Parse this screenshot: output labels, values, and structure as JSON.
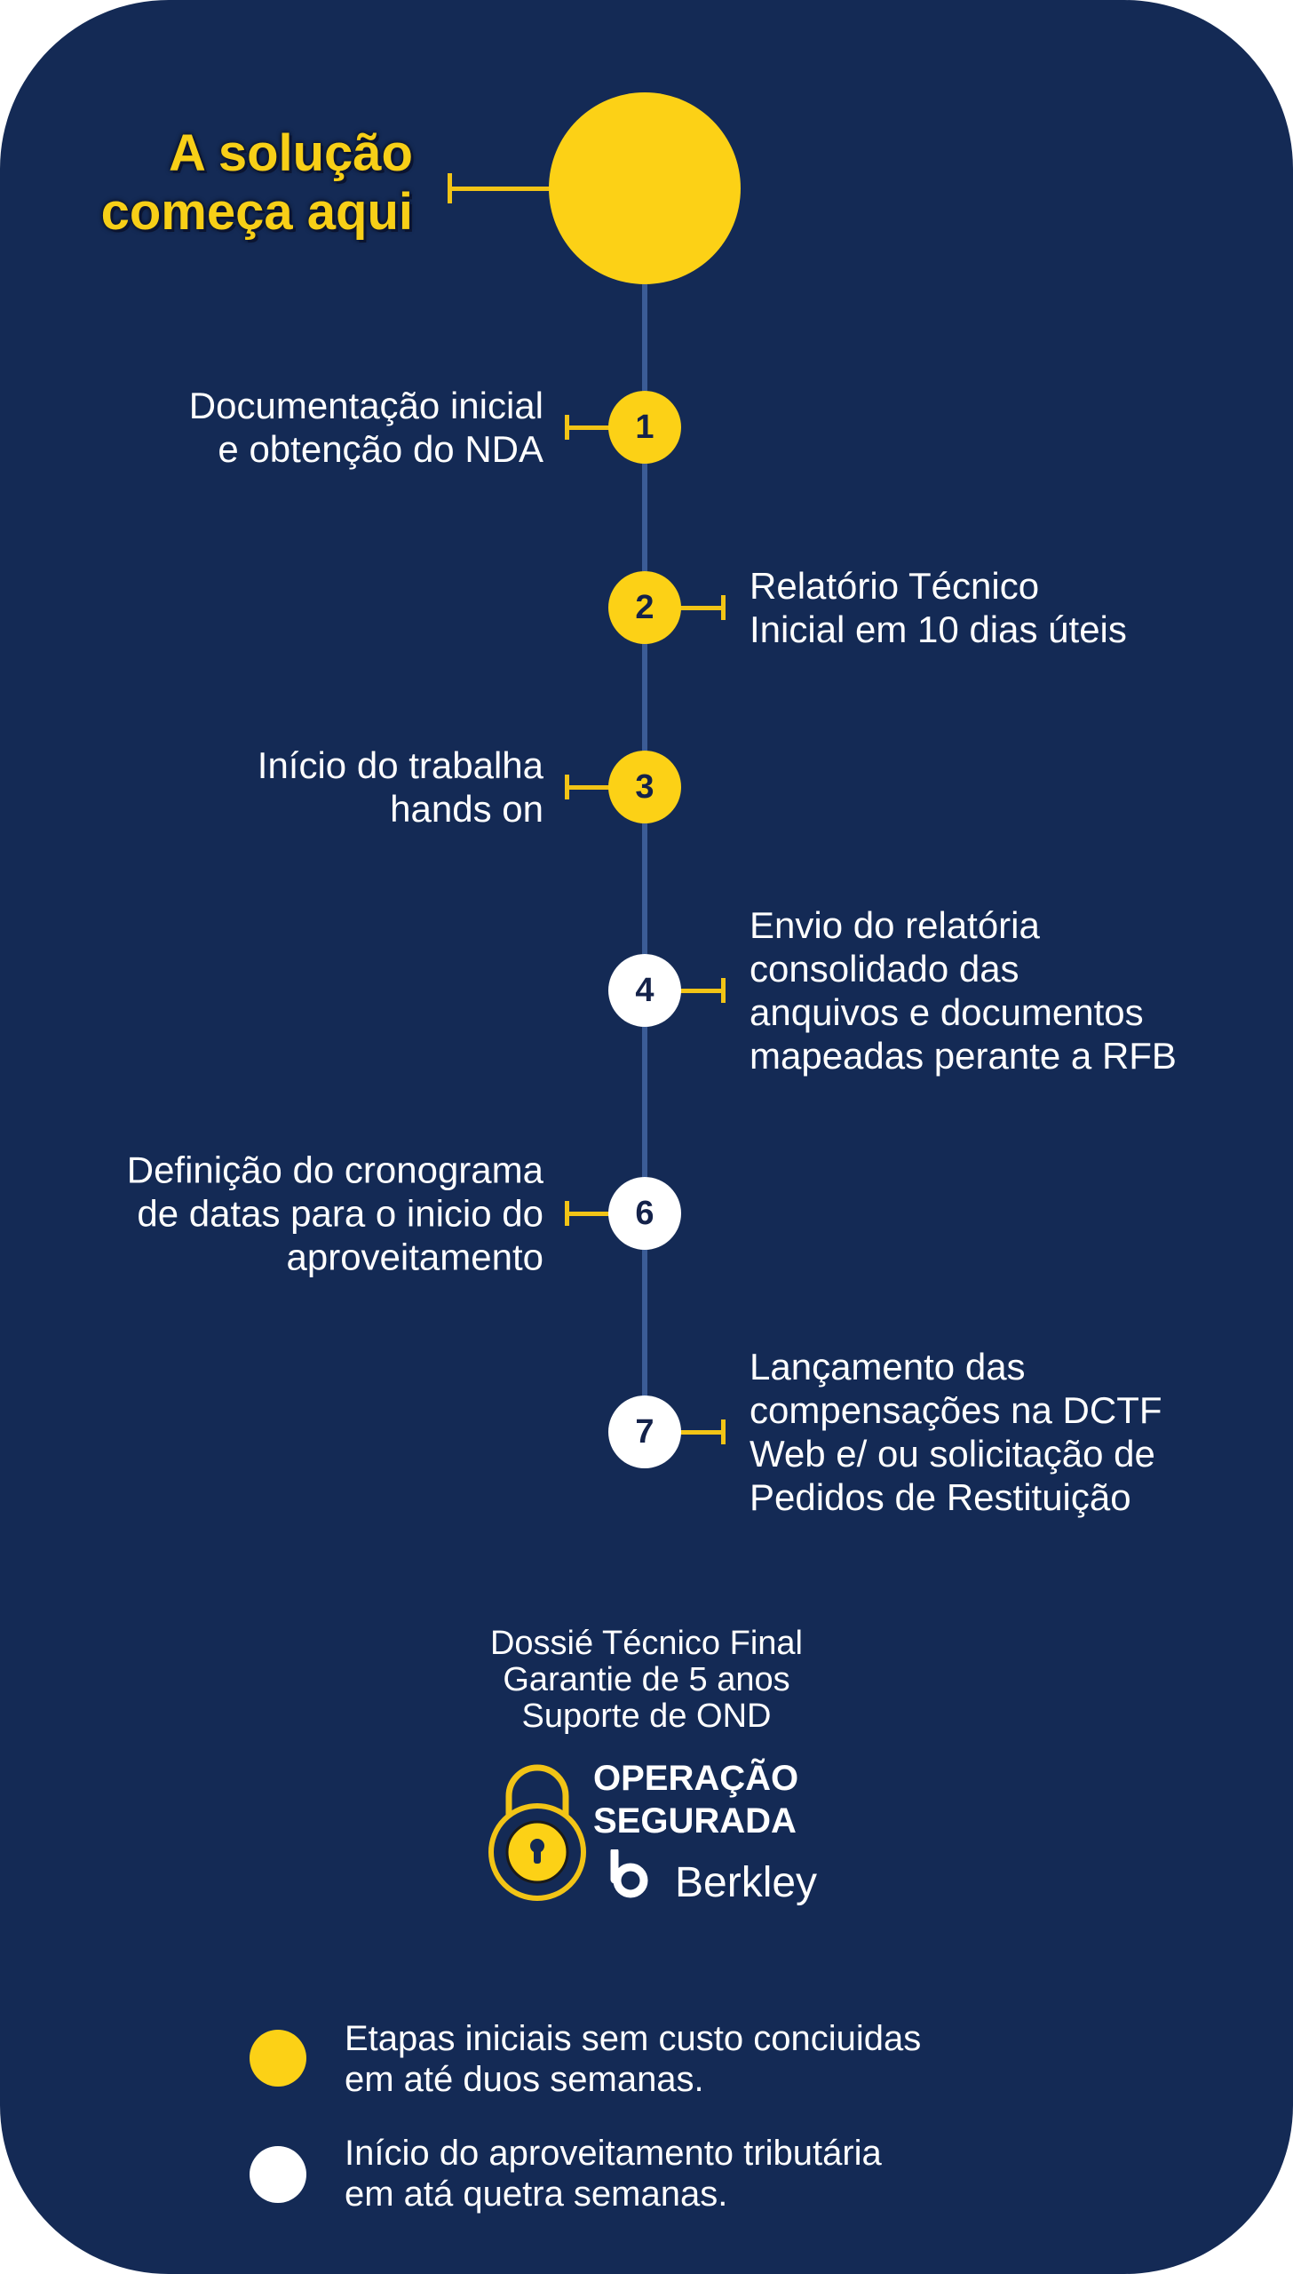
{
  "title": {
    "line1": "A solução",
    "line2": "começa aqui"
  },
  "steps": [
    {
      "number": "1",
      "side": "left",
      "color": "yellow",
      "lines": [
        "Documentação inicial",
        "e obtenção do NDA"
      ]
    },
    {
      "number": "2",
      "side": "right",
      "color": "yellow",
      "lines": [
        "Relatório Técnico",
        "Inicial em 10 dias úteis"
      ]
    },
    {
      "number": "3",
      "side": "left",
      "color": "yellow",
      "lines": [
        "Início do trabalha",
        "hands on"
      ]
    },
    {
      "number": "4",
      "side": "right",
      "color": "white",
      "lines": [
        "Envio do relatória",
        "consolidado das",
        "anquivos e documentos",
        "mapeadas perante a RFB"
      ]
    },
    {
      "number": "6",
      "side": "left",
      "color": "white",
      "lines": [
        "Definição do cronograma",
        "de datas para o inicio do",
        "aproveitamento"
      ]
    },
    {
      "number": "7",
      "side": "right",
      "color": "white",
      "lines": [
        "Lançamento das",
        "compensações na DCTF",
        "Web e/ ou solicitação de",
        "Pedidos de Restituição"
      ]
    }
  ],
  "final": {
    "lines": [
      "Dossié Técnico Final",
      "Garantie de 5 anos",
      "Suporte de OND"
    ]
  },
  "badge": {
    "line1": "OPERAÇÃO",
    "line2": "SEGURADA",
    "brand": "Berkley",
    "brand_icon": "berkley-b-logo",
    "icon": "padlock-icon"
  },
  "legend": [
    {
      "color": "#fcd116",
      "lines": [
        "Etapas iniciais sem custo conciuidas",
        "em até duos semanas."
      ]
    },
    {
      "color": "#ffffff",
      "lines": [
        "Início do aproveitamento tributária",
        "em atá quetra semanas."
      ]
    }
  ],
  "colors": {
    "background": "#142a55",
    "accent": "#fcd116",
    "line": "#3b5c96"
  }
}
